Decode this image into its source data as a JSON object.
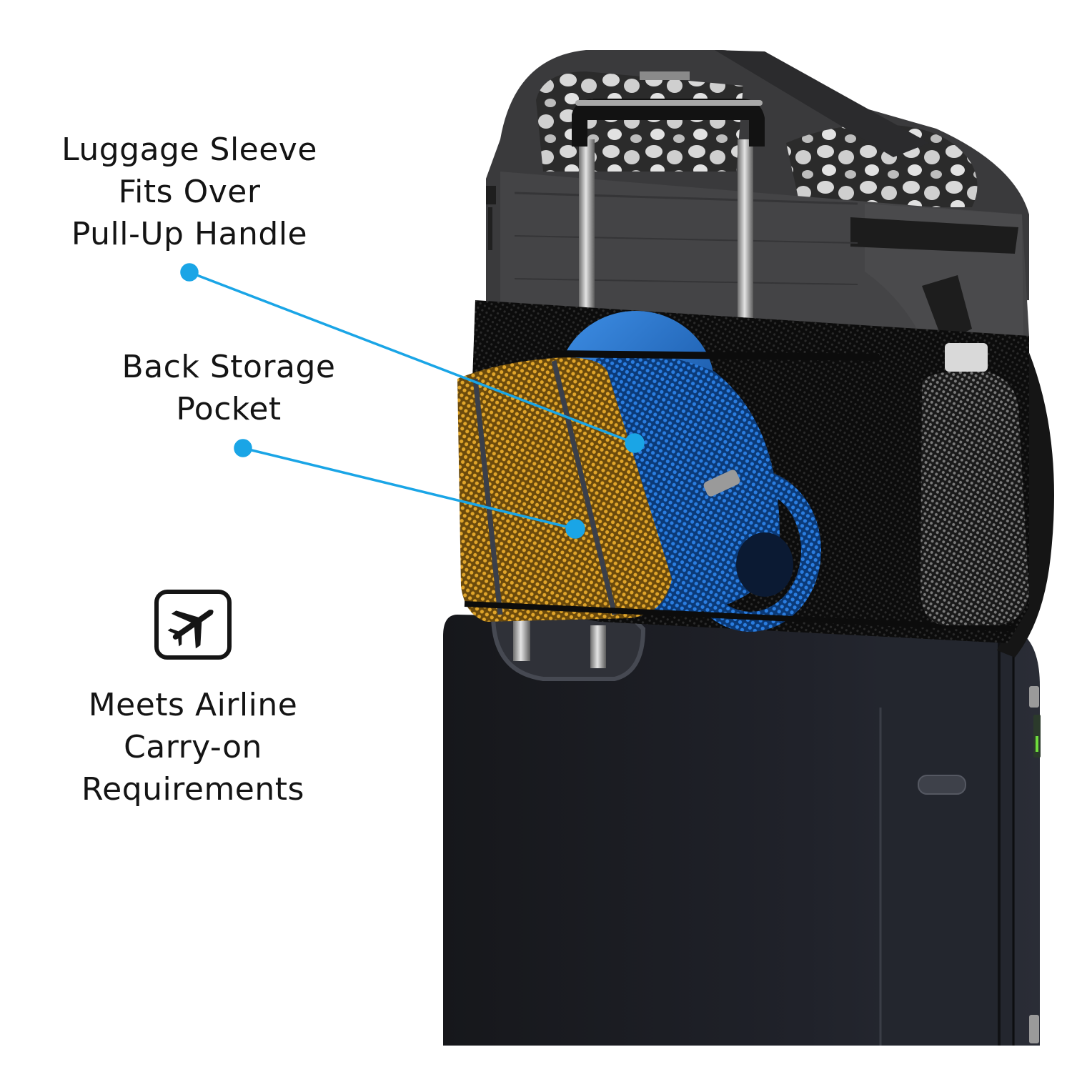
{
  "callouts": {
    "luggage_sleeve": {
      "lines": [
        "Luggage Sleeve",
        "Fits Over",
        "Pull-Up Handle"
      ],
      "dot_start": [
        265,
        381
      ],
      "dot_end": [
        888,
        620
      ]
    },
    "back_pocket": {
      "lines": [
        "Back Storage",
        "Pocket"
      ],
      "dot_start": [
        340,
        627
      ],
      "dot_end": [
        805,
        740
      ]
    },
    "airline": {
      "icon": "airplane-icon",
      "lines": [
        "Meets Airline",
        "Carry-on",
        "Requirements"
      ]
    }
  },
  "colors": {
    "accent": "#1aa5e6",
    "text": "#141414",
    "background": "#ffffff",
    "bag_body": "#3a3a3c",
    "suitcase": "#1d1e23",
    "mesh_yellow": "#c8961e",
    "frisbee_blue": "#1e6fc8"
  }
}
